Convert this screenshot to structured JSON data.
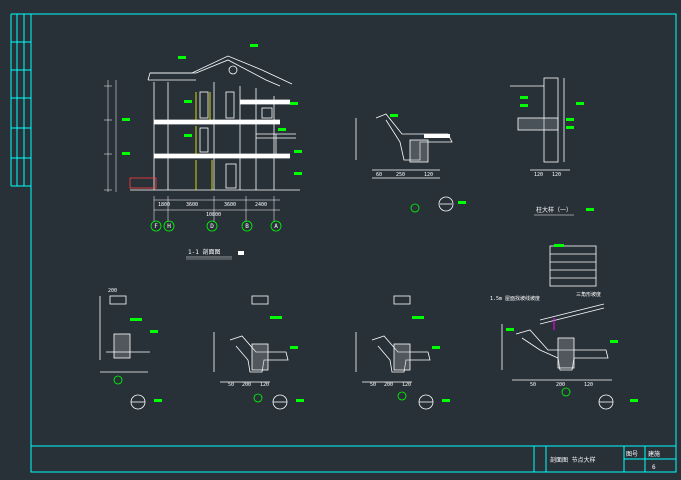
{
  "drawing": {
    "section_title": "1-1 剖面图",
    "eave_detail_title": "檐口大样",
    "column_detail_title": "柱大样（一）",
    "roof_note_title": "1.5m 屋面找坡线坡度",
    "roof_slope_label": "三角形坡度",
    "axis_labels": [
      "F",
      "H",
      "D",
      "B",
      "A"
    ],
    "dims_bottom": [
      "1800",
      "3600",
      "3600",
      "2400"
    ],
    "dim_total": "10800",
    "eave_dims": [
      "60",
      "250",
      "120"
    ],
    "detail_dims_small": [
      "50",
      "200",
      "120"
    ],
    "column_dims": [
      "120",
      "120"
    ]
  },
  "title_block": {
    "drawing_name": "剖面图 节点大样",
    "label_scale": "图号",
    "label_sheet": "建施",
    "sheet_no": "6"
  },
  "colors": {
    "background": "#283138",
    "line": "#ffffff",
    "frame": "#00ffff",
    "tag": "#00ff00",
    "accent": "#ffff00",
    "magenta": "#ff00ff"
  }
}
